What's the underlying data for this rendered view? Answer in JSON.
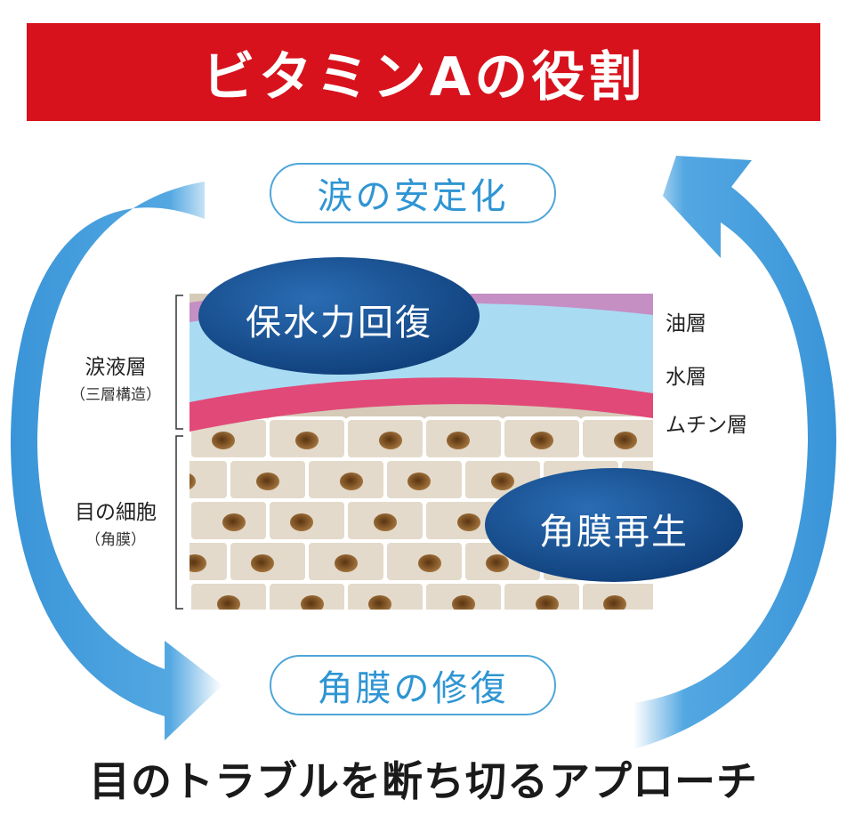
{
  "title": "ビタミンAの役割",
  "top_pill": "涙の安定化",
  "bottom_pill": "角膜の修復",
  "left_labels": {
    "tear_layer": "涙液層",
    "tear_layer_sub": "（三層構造）",
    "eye_cells": "目の細胞",
    "eye_cells_sub": "（角膜）"
  },
  "layer_labels": {
    "oil": "油層",
    "water": "水層",
    "mucin": "ムチン層"
  },
  "ellipses": {
    "moisture": "保水力回復",
    "cornea": "角膜再生"
  },
  "footer": "目のトラブルを断ち切るアプローチ",
  "colors": {
    "title_bg": "#d7121c",
    "pill_border": "#4ea6d9",
    "pill_text": "#2f95d3",
    "oil_layer": "#c58fc4",
    "water_layer": "#a9dcf3",
    "mucin_layer": "#e14a78",
    "cells_bg": "#d6cbb9",
    "nucleus": "#8a5a28",
    "ellipse": "#134e8f",
    "arrow": "#2f8fd6"
  }
}
